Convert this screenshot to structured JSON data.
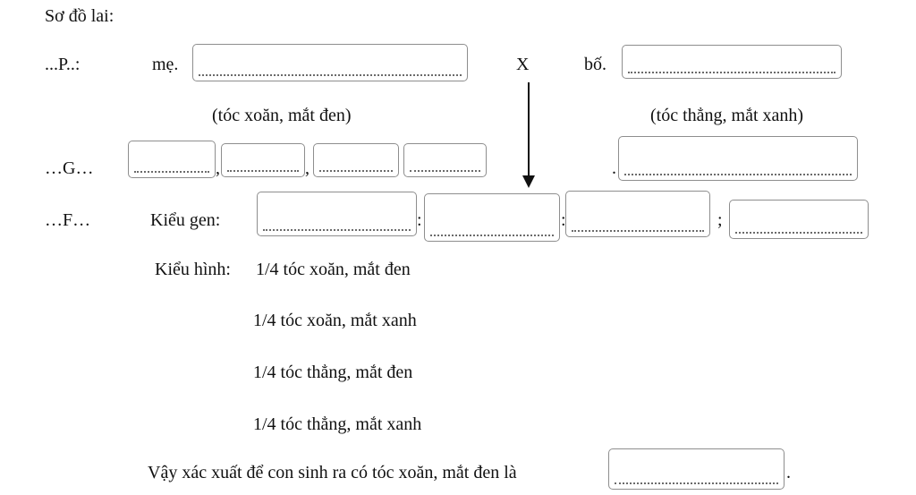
{
  "heading": "Sơ đồ lai:",
  "p_row": {
    "label": "...P..:",
    "mother_label": "mẹ.",
    "mother_input": "",
    "cross": "X",
    "father_label": "bố.",
    "father_input": "",
    "mother_phenotype": "(tóc xoăn, mắt đen)",
    "father_phenotype": "(tóc thẳng, mắt xanh)"
  },
  "g_row": {
    "label": "…G…",
    "separator": ",",
    "prefix_father": ".",
    "mother_gametes": [
      "",
      "",
      "",
      ""
    ],
    "father_gamete": ""
  },
  "f_row": {
    "label": "…F…",
    "genotype_label": "Kiểu gen:",
    "sep1": ":",
    "sep2": ":",
    "sep3": ";",
    "genotypes": [
      "",
      "",
      "",
      ""
    ]
  },
  "phenotypes": {
    "label": "Kiểu hình:",
    "lines": [
      "1/4 tóc xoăn, mắt đen",
      "1/4 tóc xoăn, mắt xanh",
      "1/4 tóc thẳng, mắt đen",
      "1/4 tóc thẳng, mắt xanh"
    ]
  },
  "conclusion": {
    "text": "Vậy xác xuất để con sinh ra có tóc xoăn, mắt đen là",
    "answer": "",
    "end": "."
  }
}
